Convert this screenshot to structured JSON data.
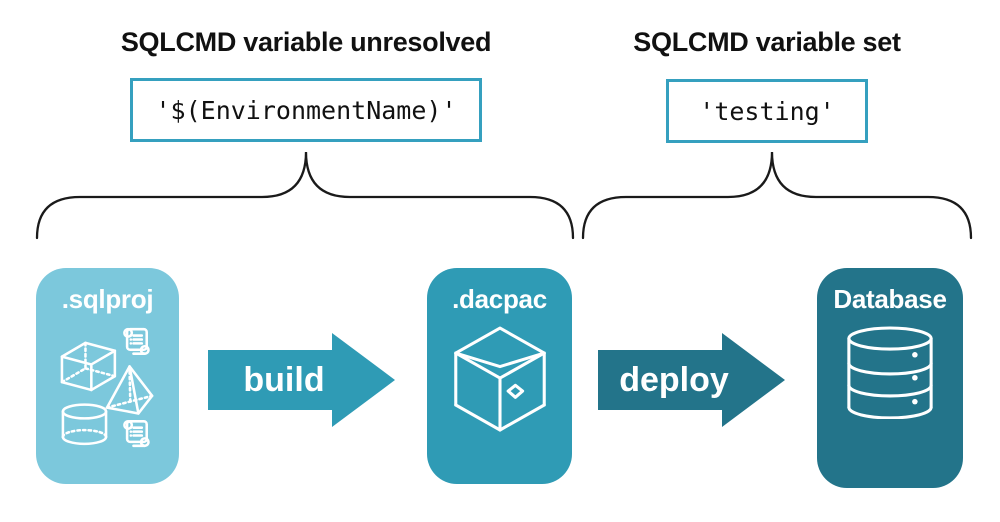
{
  "headings": {
    "left": "SQLCMD variable unresolved",
    "right": "SQLCMD variable set"
  },
  "values": {
    "left": "'$(EnvironmentName)'",
    "right": "'testing'"
  },
  "pipeline": {
    "nodes": [
      {
        "label": ".sqlproj",
        "icon": "sql-objects-icon"
      },
      {
        "label": ".dacpac",
        "icon": "package-box-icon"
      },
      {
        "label": "Database",
        "icon": "database-cylinder-icon"
      }
    ],
    "arrows": [
      {
        "label": "build"
      },
      {
        "label": "deploy"
      }
    ]
  },
  "colors": {
    "node-light": "#7CC8DC",
    "node-mid": "#2F9BB5",
    "node-dark": "#23748A",
    "value-border": "#35A0BF",
    "line": "#1A1A1A",
    "text": "#111111",
    "label-text": "#FFFFFF"
  }
}
